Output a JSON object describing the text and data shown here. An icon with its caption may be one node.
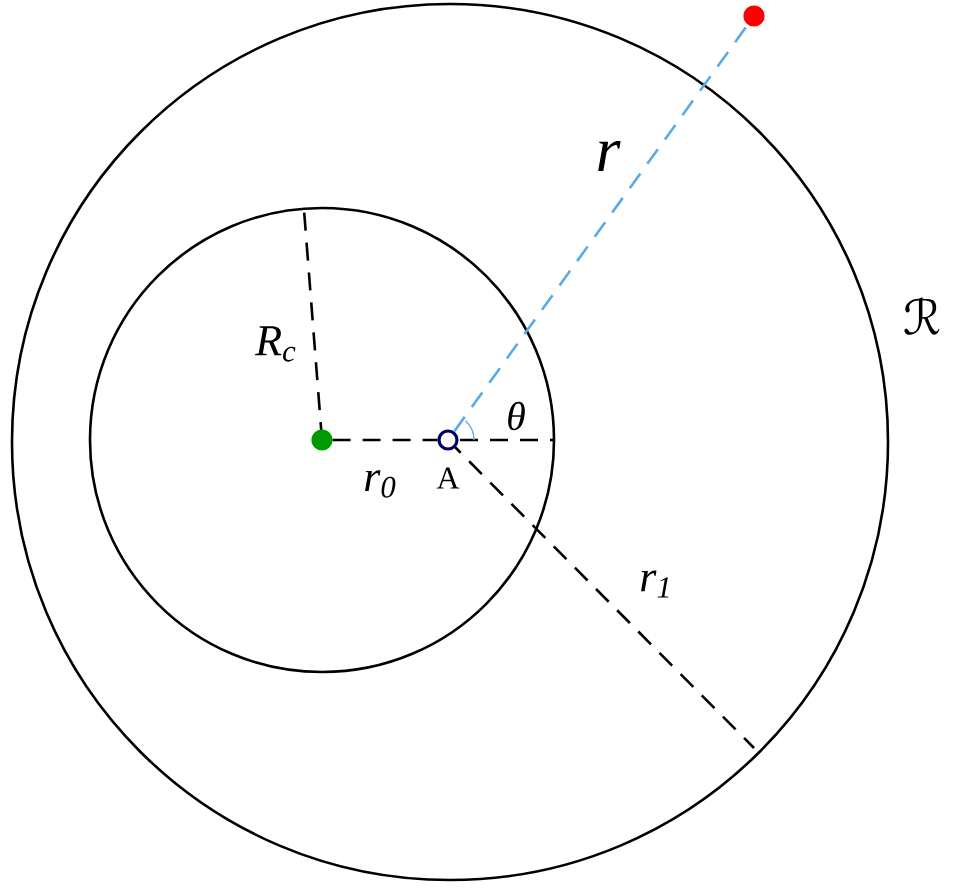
{
  "diagram": {
    "nodes": [
      {
        "text": [],
        "shape": "circle"
      },
      {
        "text": [],
        "shape": "circle"
      },
      {
        "text": [],
        "shape": "circle"
      }
    ],
    "edges": [
      {
        "from": 0,
        "to": 1,
        "arrow": "none",
        "style": "dashed",
        "label": "r$_{0}$"
      },
      {
        "from": 1,
        "to": 2,
        "arrow": "none",
        "style": "dashed",
        "color": "#5aaae6",
        "label": "r"
      }
    ],
    "labels": [
      "R$_{c}$",
      "A",
      "θ",
      "r$_{1}$",
      "ℛ"
    ]
  }
}
